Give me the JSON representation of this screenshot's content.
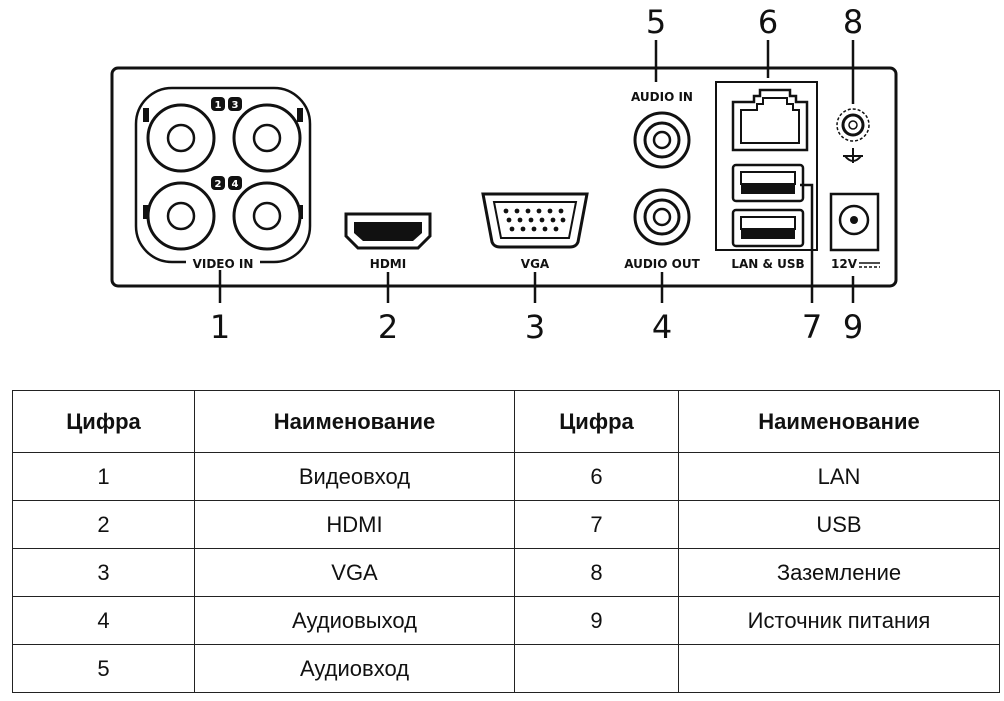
{
  "panel": {
    "ports": {
      "video_in": "VIDEO IN",
      "hdmi": "HDMI",
      "vga": "VGA",
      "audio_in": "AUDIO IN",
      "audio_out": "AUDIO OUT",
      "lan_usb": "LAN & USB",
      "power": "12V",
      "bnc_badges": [
        "1",
        "3",
        "2",
        "4"
      ]
    },
    "callouts": [
      "1",
      "2",
      "3",
      "4",
      "5",
      "6",
      "7",
      "8",
      "9"
    ]
  },
  "table": {
    "headers": [
      "Цифра",
      "Наименование",
      "Цифра",
      "Наименование"
    ],
    "rows": [
      [
        "1",
        "Видеовход",
        "6",
        "LAN"
      ],
      [
        "2",
        "HDMI",
        "7",
        "USB"
      ],
      [
        "3",
        "VGA",
        "8",
        "Заземление"
      ],
      [
        "4",
        "Аудиовыход",
        "9",
        "Источник питания"
      ],
      [
        "5",
        "Аудиовход",
        "",
        ""
      ]
    ]
  }
}
